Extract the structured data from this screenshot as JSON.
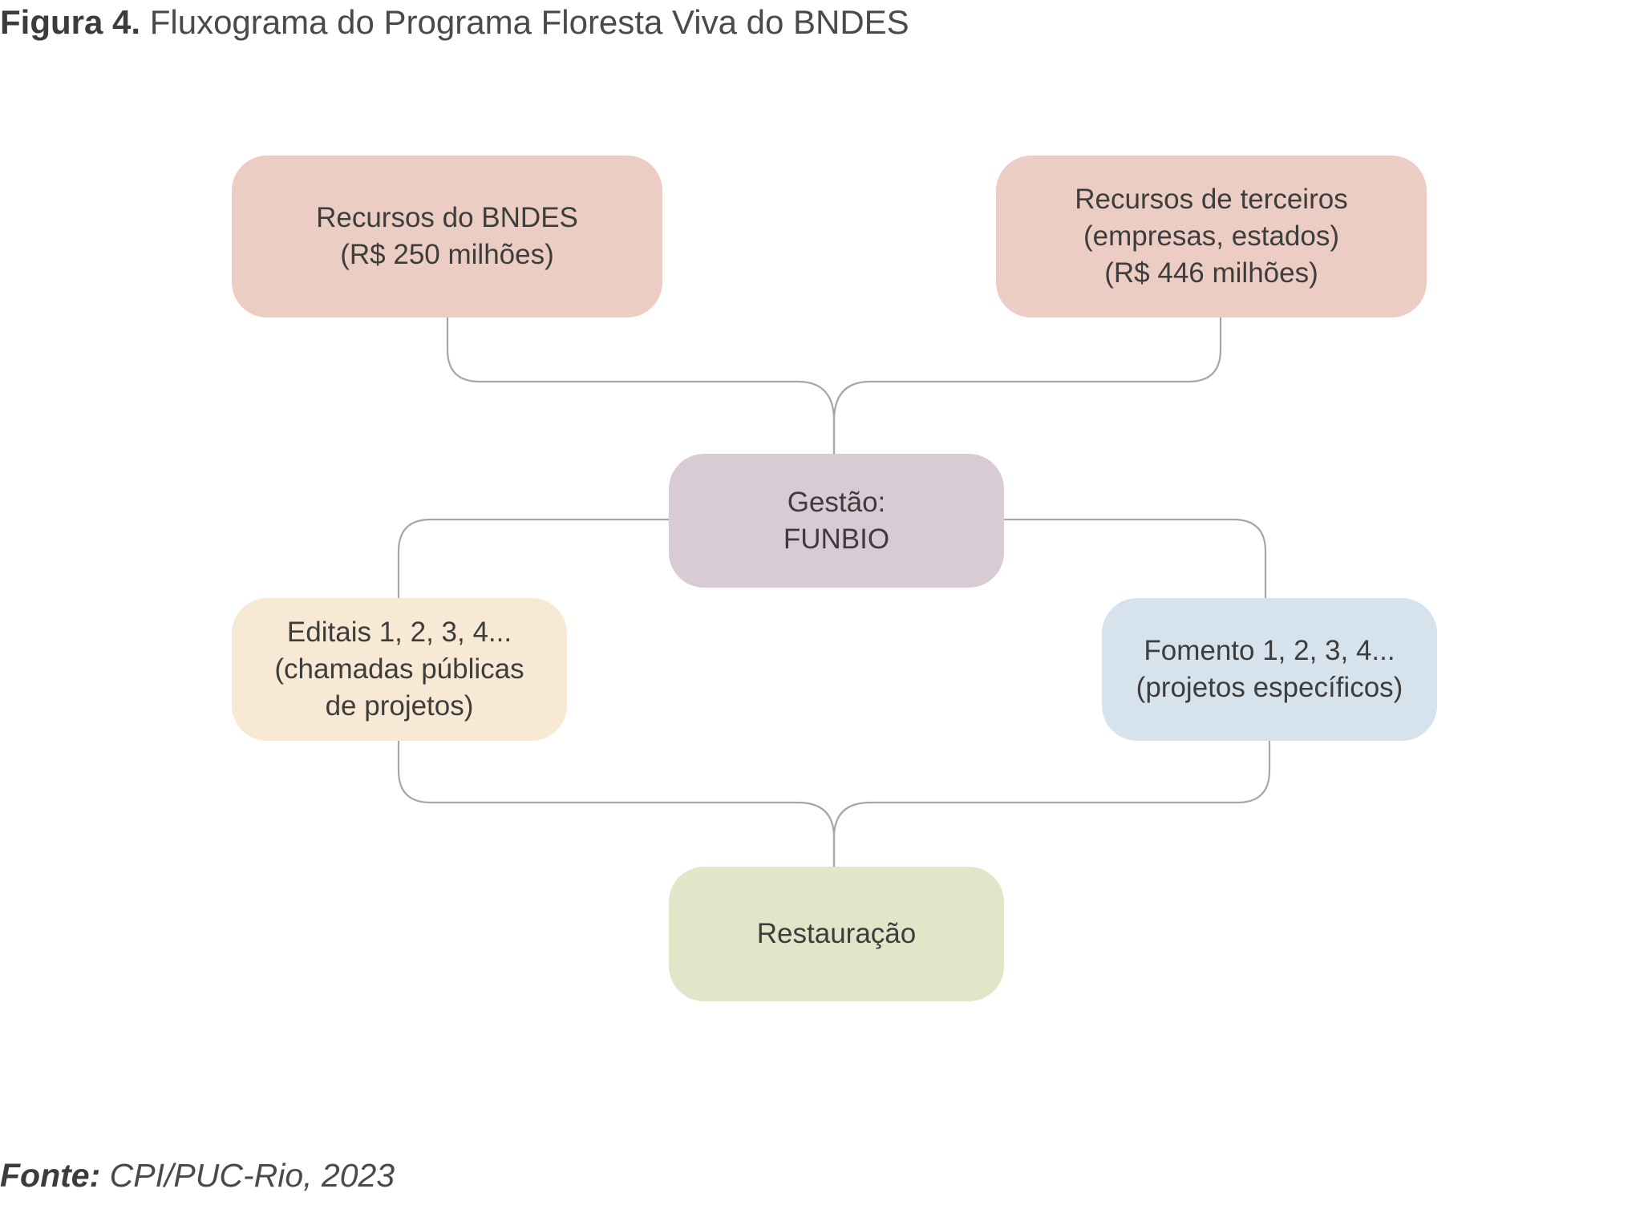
{
  "figure": {
    "label": "Figura 4.",
    "title": "Fluxograma do Programa Floresta Viva do BNDES"
  },
  "nodes": {
    "bndes": {
      "lines": [
        "Recursos do BNDES",
        "(R$ 250 milhões)"
      ],
      "color": "#ebcdc3"
    },
    "terceiros": {
      "lines": [
        "Recursos de terceiros",
        "(empresas, estados)",
        "(R$ 446 milhões)"
      ],
      "color": "#ebcdc3"
    },
    "gestao": {
      "lines": [
        "Gestão:",
        "FUNBIO"
      ],
      "color": "#d9cbd4"
    },
    "editais": {
      "lines": [
        "Editais 1, 2, 3, 4...",
        "(chamadas públicas",
        "de projetos)"
      ],
      "color": "#f7e9d3"
    },
    "fomento": {
      "lines": [
        "Fomento 1, 2, 3, 4...",
        "(projetos específicos)"
      ],
      "color": "#d6e2ec"
    },
    "restauracao": {
      "lines": [
        "Restauração"
      ],
      "color": "#e2e6c9"
    }
  },
  "source": {
    "label": "Fonte:",
    "text": " CPI/PUC-Rio, 2023"
  },
  "colors": {
    "connector": "#a7a7a7",
    "text": "#3d3d3d"
  }
}
